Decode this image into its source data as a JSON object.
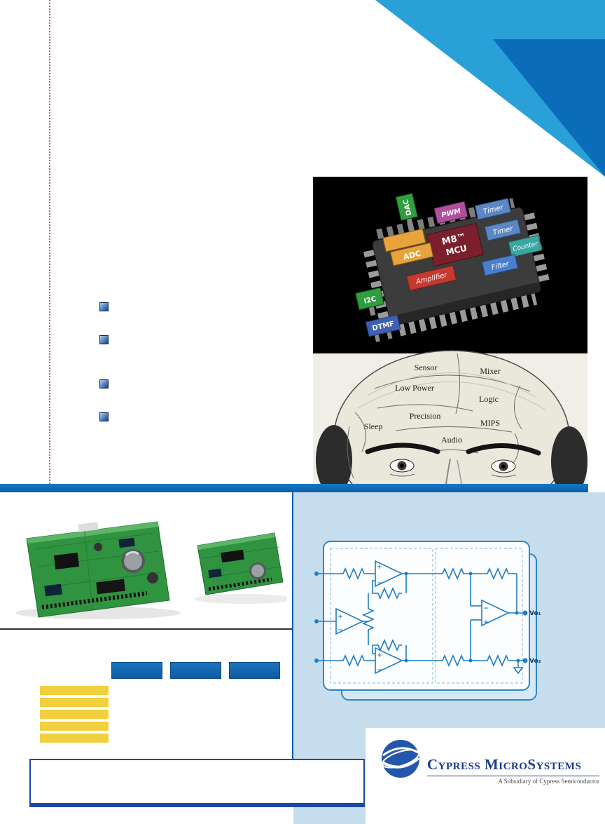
{
  "colors": {
    "banner_light": "#29a0d8",
    "banner_dark": "#0b6db9",
    "divider_blue": "#0e67b2",
    "panel_blue": "#c6ddee",
    "button_blue": "#1161ad",
    "bar_yellow": "#f2cf3c",
    "dotted_rule_pink": "#c5549f",
    "schematic_blue": "#1f7dc2",
    "logo_navy": "#1b3d8f"
  },
  "chip": {
    "blocks": [
      {
        "label": "DAC",
        "color": "#2f9e3f"
      },
      {
        "label": "PWM",
        "color": "#b04fa0"
      },
      {
        "label": "Timer",
        "color": "#5b87c5"
      },
      {
        "label": "Timer",
        "color": "#5b87c5"
      },
      {
        "label": "Counter",
        "color": "#3aa6a0"
      },
      {
        "label": "ADC",
        "color": "#e8a33d"
      },
      {
        "label": "Filter",
        "color": "#4a7fd0"
      },
      {
        "label": "Amplifier",
        "color": "#c5392f"
      },
      {
        "label": "I2C",
        "color": "#2f9e3f"
      },
      {
        "label": "DTMF",
        "color": "#3f5fb5"
      }
    ],
    "mcu": {
      "line1": "M8™",
      "line2": "MCU",
      "color": "#7a1f2b"
    },
    "head_labels": [
      "Sensor",
      "Mixer",
      "Low Power",
      "Logic",
      "Precision",
      "MIPS",
      "Sleep",
      "Audio"
    ]
  },
  "schematic": {
    "plus": "+",
    "minus": "−",
    "out1": "Vo₁",
    "out2": "Vo₂"
  },
  "logo": {
    "name": "Cypress MicroSystems",
    "tagline": "A Subsidiary of Cypress Semiconductor"
  }
}
